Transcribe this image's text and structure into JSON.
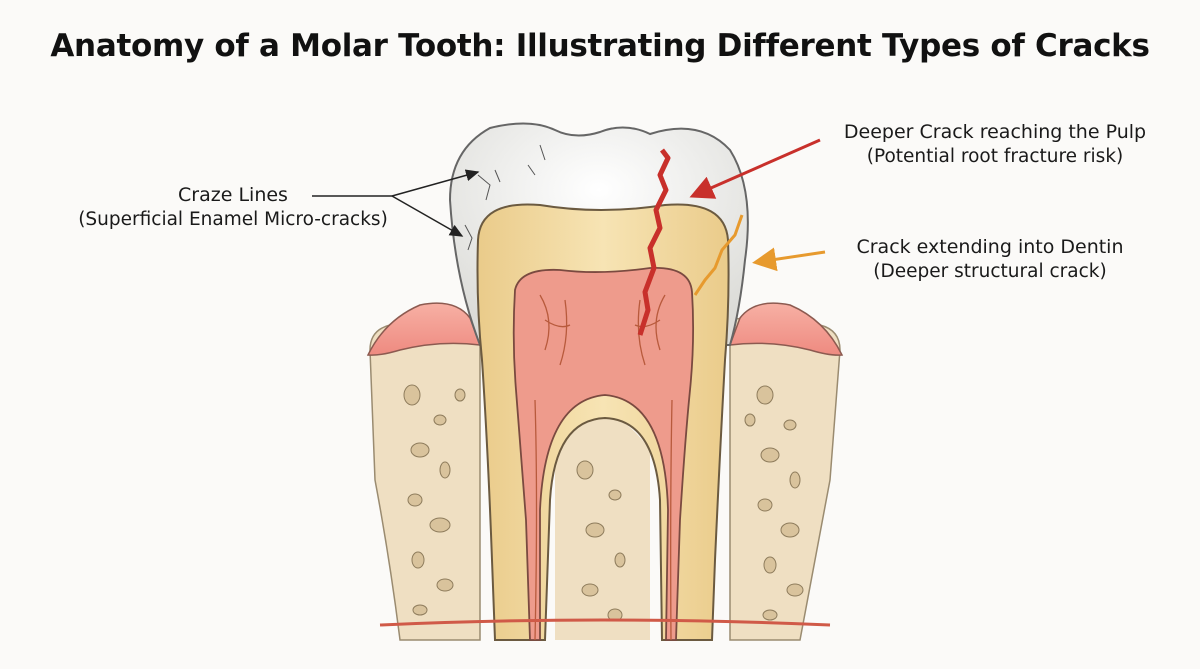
{
  "title": "Anatomy of a Molar Tooth: Illustrating Different Types of Cracks",
  "labels": {
    "craze": {
      "main": "Craze Lines",
      "sub": "(Superficial Enamel Micro-cracks)"
    },
    "pulp": {
      "main": "Deeper Crack reaching the Pulp",
      "sub": "(Potential root fracture risk)"
    },
    "dentin": {
      "main": "Crack extending into Dentin",
      "sub": "(Deeper structural crack)"
    }
  },
  "colors": {
    "enamel": "#eeeeec",
    "dentin": "#f3dca5",
    "pulp": "#ee9b8c",
    "gum": "#f29a90",
    "bone": "#efdfc2",
    "pulp_crack": "#c8302b",
    "dentin_crack": "#e79a2e"
  }
}
